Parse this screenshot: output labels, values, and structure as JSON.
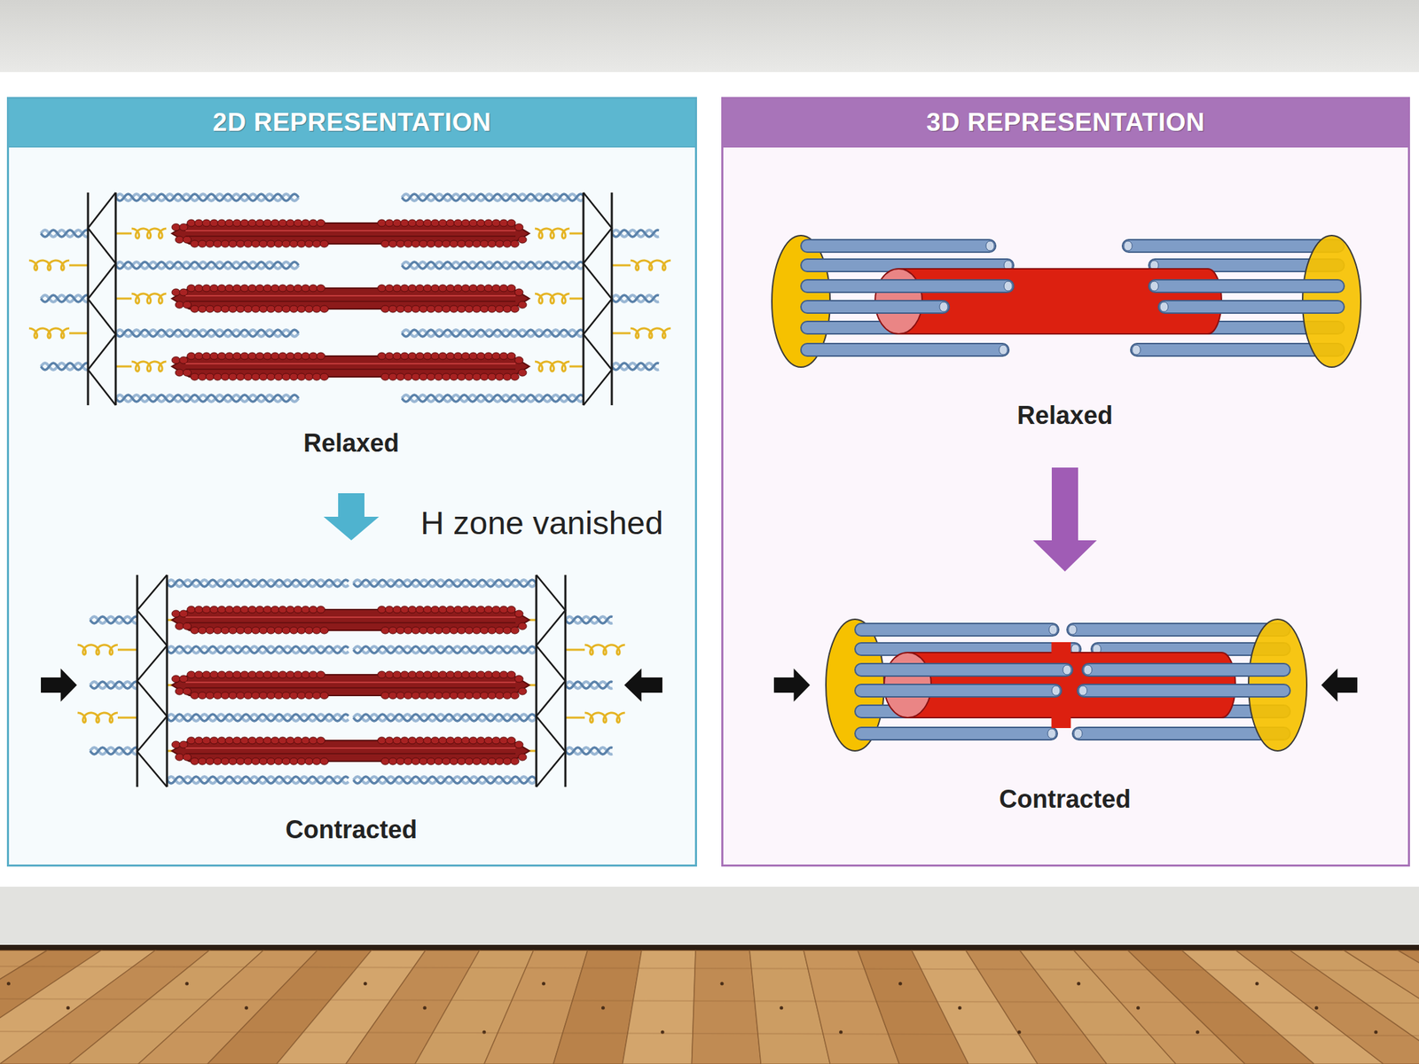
{
  "diagram": {
    "nodes": [
      {
        "text": [
          "2D REPRESENTATION"
        ]
      },
      {
        "text": [
          "3D REPRESENTATION"
        ]
      }
    ],
    "labels": [
      "Relaxed",
      "H zone vanished",
      "Contracted",
      "Relaxed",
      "Contracted"
    ]
  }
}
